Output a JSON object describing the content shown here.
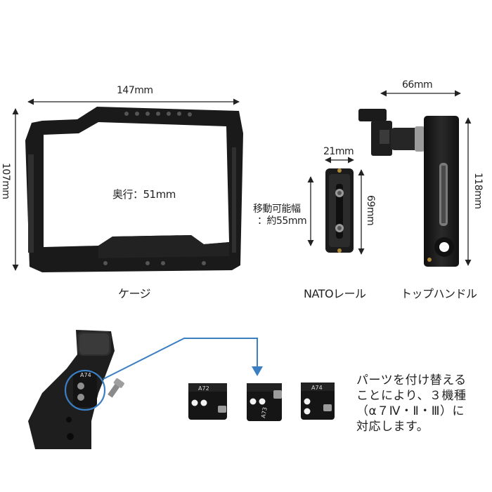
{
  "cage": {
    "width_label": "147mm",
    "height_label": "107mm",
    "depth_label": "奥行：51mm",
    "name": "ケージ"
  },
  "nato": {
    "width_label": "21mm",
    "height_label": "69mm",
    "travel_label_line1": "移動可能幅",
    "travel_label_line2": "：約55mm",
    "name": "NATOレール"
  },
  "handle": {
    "width_label": "66mm",
    "height_label": "118mm",
    "name": "トップハンドル"
  },
  "parts": {
    "mounted_plate_label": "A74",
    "plates": [
      {
        "label": "A72"
      },
      {
        "label": "A73"
      },
      {
        "label": "A74"
      }
    ],
    "note_lines": [
      "パーツを付け替える",
      "ことにより、３機種",
      "（α７Ⅳ・Ⅱ・Ⅲ）に",
      "対応します。"
    ]
  },
  "colors": {
    "product": "#1b1b1b",
    "dimension_line": "#222222",
    "callout": "#3a7fc4"
  }
}
